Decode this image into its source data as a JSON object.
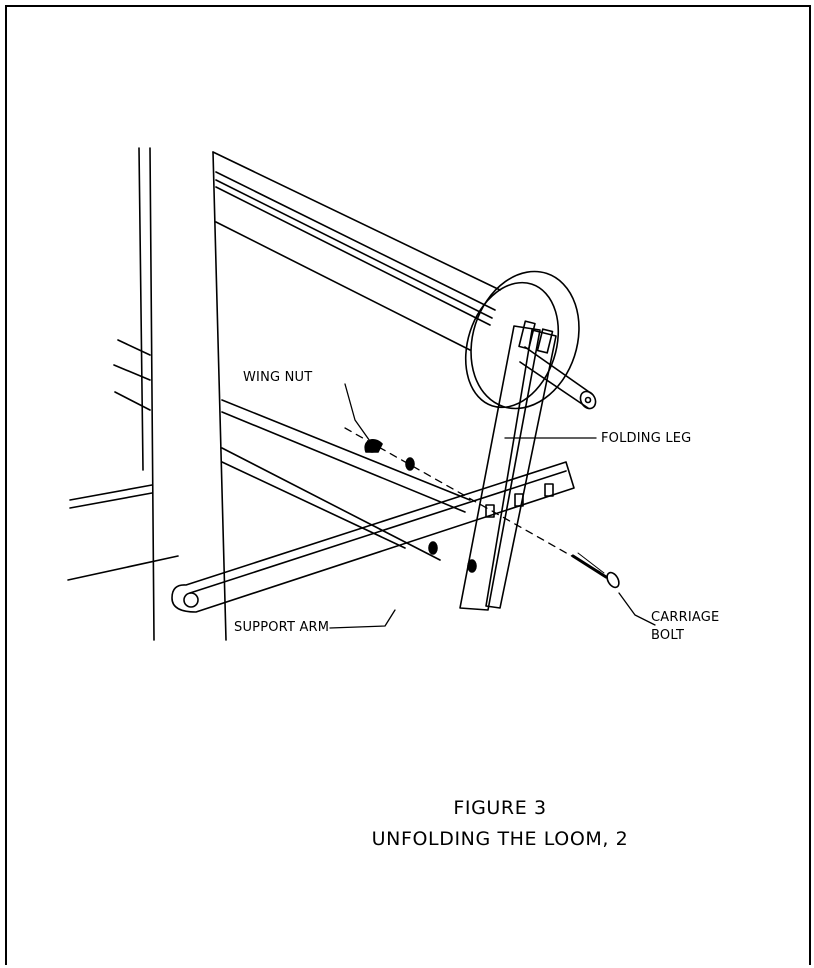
{
  "labels": {
    "wing_nut": "WING NUT",
    "folding_leg": "FOLDING LEG",
    "support_arm": "SUPPORT ARM",
    "carriage_bolt_1": "CARRIAGE",
    "carriage_bolt_2": "BOLT"
  },
  "caption": {
    "line1": "FIGURE 3",
    "line2": "UNFOLDING THE LOOM, 2"
  }
}
